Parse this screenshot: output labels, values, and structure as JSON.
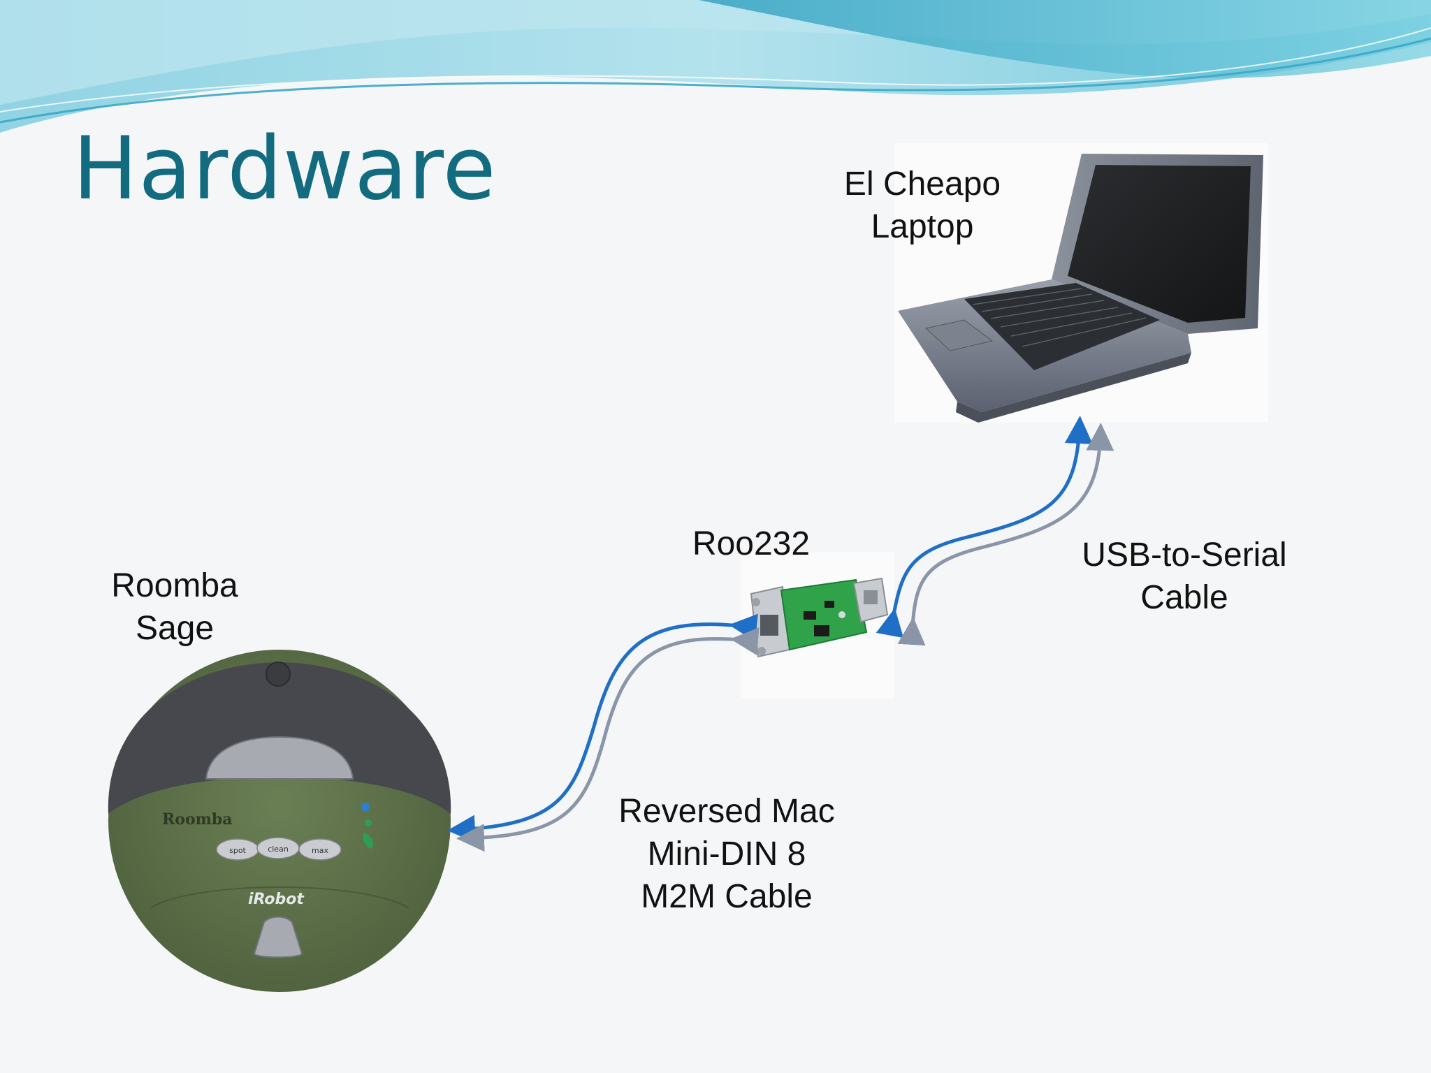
{
  "slide": {
    "title": "Hardware"
  },
  "labels": {
    "laptop": [
      "El Cheapo",
      "Laptop"
    ],
    "roo232": "Roo232",
    "usb_cable": [
      "USB-to-Serial",
      "Cable"
    ],
    "roomba": [
      "Roomba",
      "Sage"
    ],
    "mac_cable": [
      "Reversed Mac",
      "Mini-DIN 8",
      "M2M Cable"
    ]
  },
  "roomba_device": {
    "brand": "Roomba",
    "maker": "iRobot",
    "buttons": [
      "spot",
      "clean",
      "max"
    ]
  },
  "colors": {
    "title": "#126b7e",
    "arrow_blue": "#1f6fc6",
    "arrow_gray": "#8a96a8",
    "roomba_green": "#5d7048",
    "roomba_bumper": "#4b4d52",
    "laptop_body": "#6b7280",
    "board_green": "#2fa24a",
    "wave_light": "#9ddbe8",
    "wave_dark": "#3aa7c6"
  }
}
